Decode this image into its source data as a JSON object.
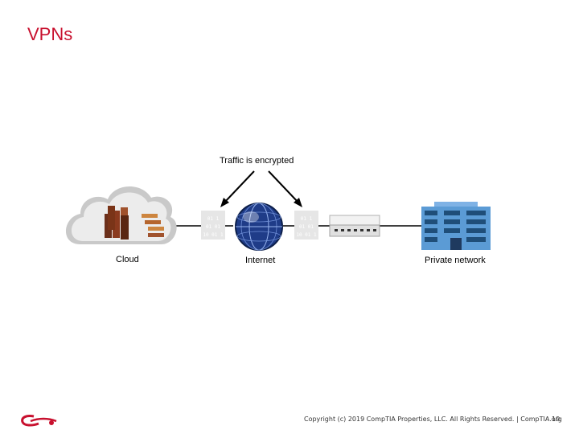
{
  "slide": {
    "title": "VPNs"
  },
  "diagram": {
    "encrypted_label": "Traffic is encrypted",
    "nodes": {
      "cloud_label": "Cloud",
      "internet_label": "Internet",
      "private_network_label": "Private network"
    },
    "encryption_badge_text": [
      "01 1",
      "01 01",
      "10 01 1"
    ],
    "colors": {
      "accent": "#c8102e",
      "cloud": "#d9d9d9",
      "server": "#a0522d",
      "globe": "#1f3c88",
      "building": "#5b9bd5"
    }
  },
  "footer": {
    "copyright": "Copyright (c) 2019 CompTIA Properties, LLC. All Rights Reserved. | CompTIA.org",
    "page_number": "19"
  }
}
